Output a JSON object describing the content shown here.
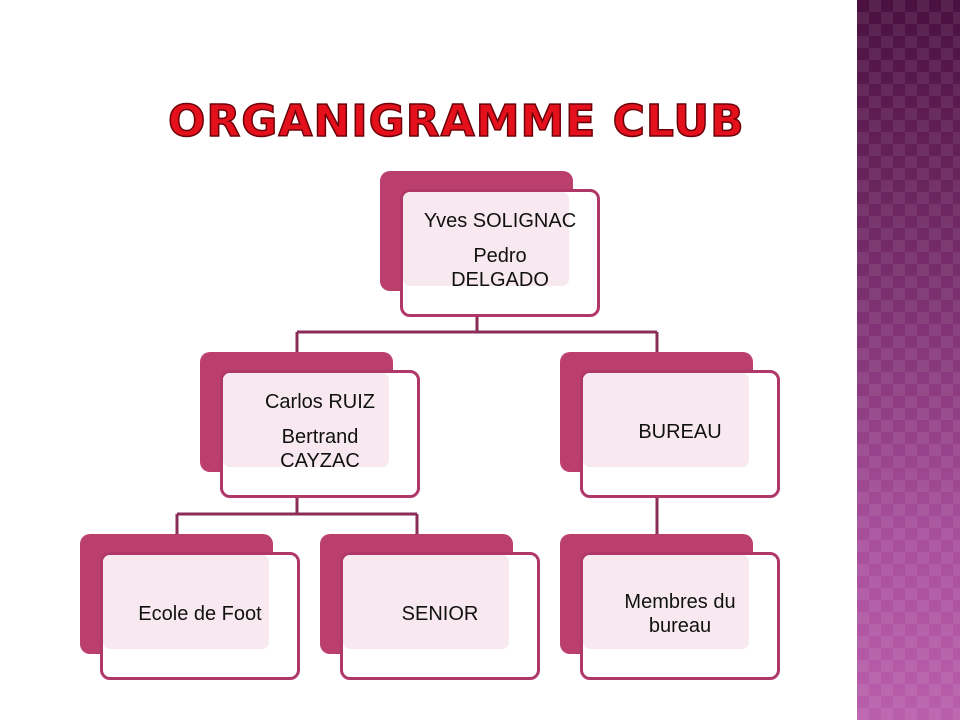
{
  "title": "ORGANIGRAMME CLUB",
  "nodes": {
    "president": {
      "line1": "Yves SOLIGNAC",
      "line2a": "Pedro",
      "line2b": "DELGADO"
    },
    "sport": {
      "line1": "Carlos RUIZ",
      "line2a": "Bertrand",
      "line2b": "CAYZAC"
    },
    "bureau": {
      "label": "BUREAU"
    },
    "ecole": {
      "label": "Ecole de Foot"
    },
    "senior": {
      "label": "SENIOR"
    },
    "membres": {
      "line1": "Membres du",
      "line2": "bureau"
    }
  },
  "colors": {
    "title": "#e4101c",
    "node_back": "#bb3f6d",
    "node_border": "#b03868",
    "node_fill": "#f7e9ef",
    "connector": "#8a2c57",
    "side_band": "#7a2f6e"
  }
}
